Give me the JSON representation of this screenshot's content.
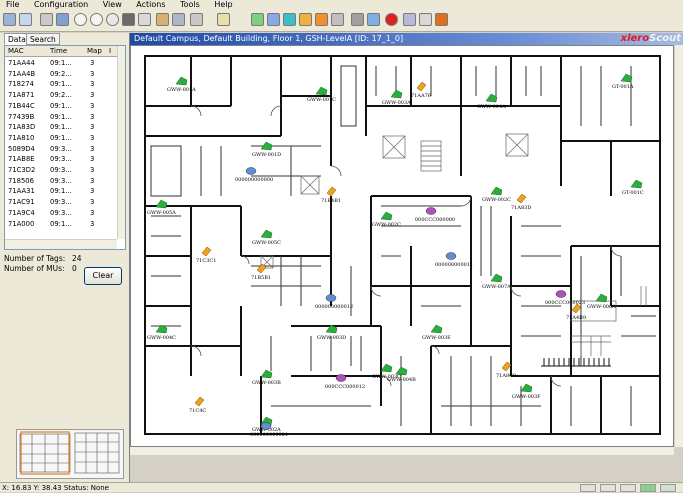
{
  "menu": {
    "file": "File",
    "configuration": "Configuration",
    "view": "View",
    "actions": "Actions",
    "tools": "Tools",
    "help": "Help"
  },
  "tabs": {
    "data": "Data",
    "search": "Search"
  },
  "list": {
    "columns": {
      "mac": "MAC",
      "time": "Time",
      "map": "Map",
      "extra": "I"
    },
    "rows": [
      {
        "mac": "71AA44",
        "time": "09:1...",
        "map": "3"
      },
      {
        "mac": "71AA4B",
        "time": "09:2...",
        "map": "3"
      },
      {
        "mac": "718274",
        "time": "09:1...",
        "map": "3"
      },
      {
        "mac": "71A871",
        "time": "09:2...",
        "map": "3"
      },
      {
        "mac": "71B44C",
        "time": "09:1...",
        "map": "3"
      },
      {
        "mac": "77439B",
        "time": "09:1...",
        "map": "3"
      },
      {
        "mac": "71A83D",
        "time": "09:1...",
        "map": "3"
      },
      {
        "mac": "71A810",
        "time": "09:1...",
        "map": "3"
      },
      {
        "mac": "5089D4",
        "time": "09:3...",
        "map": "3"
      },
      {
        "mac": "71AB8E",
        "time": "09:3...",
        "map": "3"
      },
      {
        "mac": "71C3D2",
        "time": "09:3...",
        "map": "3"
      },
      {
        "mac": "718506",
        "time": "09:3...",
        "map": "3"
      },
      {
        "mac": "71AA31",
        "time": "09:1...",
        "map": "3"
      },
      {
        "mac": "71AC91",
        "time": "09:3...",
        "map": "3"
      },
      {
        "mac": "71A9C4",
        "time": "09:3...",
        "map": "3"
      },
      {
        "mac": "71A000",
        "time": "09:1...",
        "map": "3"
      }
    ]
  },
  "counts": {
    "tags_label": "Number of Tags:",
    "tags_value": "24",
    "mus_label": "Number of MUs:",
    "mus_value": "0"
  },
  "clear_label": "Clear",
  "map": {
    "title": "Default Campus, Default Building, Floor 1, GSH-LevelA [ID: 17_1_0]",
    "brand": "xleroScout",
    "access_points": [
      "GWW-001A",
      "GWW-001C",
      "GWW-003A",
      "GWW-004A",
      "GT-001A",
      "GWW-001D",
      "GWW-005A",
      "GWW-002C",
      "GWW-002C",
      "GT-001C",
      "GWW-005C",
      "GWW-007A",
      "GWW-004C",
      "GWW-003D",
      "GWW-003E",
      "GWW-003B",
      "GWW-003C",
      "GWW-003F",
      "GWW-002A",
      "GWW-004B",
      "GWW-006A"
    ],
    "tags": [
      "71AA76",
      "71B4B1",
      "71A83D",
      "71C3C1",
      "71B5B1",
      "71A4B9",
      "71C4C",
      "71A8C9"
    ],
    "mus": [
      "000000000000",
      "000CCC000000",
      "000000000011",
      "000CCC000023",
      "000000000012",
      "000CCC000012",
      "000000000021"
    ]
  },
  "status": {
    "coords": "X: 16.83  Y: 38.43  Status: None"
  },
  "colors": {
    "title_bar": "#1f4aa4",
    "ap_green": "#2cae3c",
    "tag_orange": "#f2a11c",
    "mu_blue": "#5f8fd2",
    "mu_purple": "#b04fc0"
  }
}
